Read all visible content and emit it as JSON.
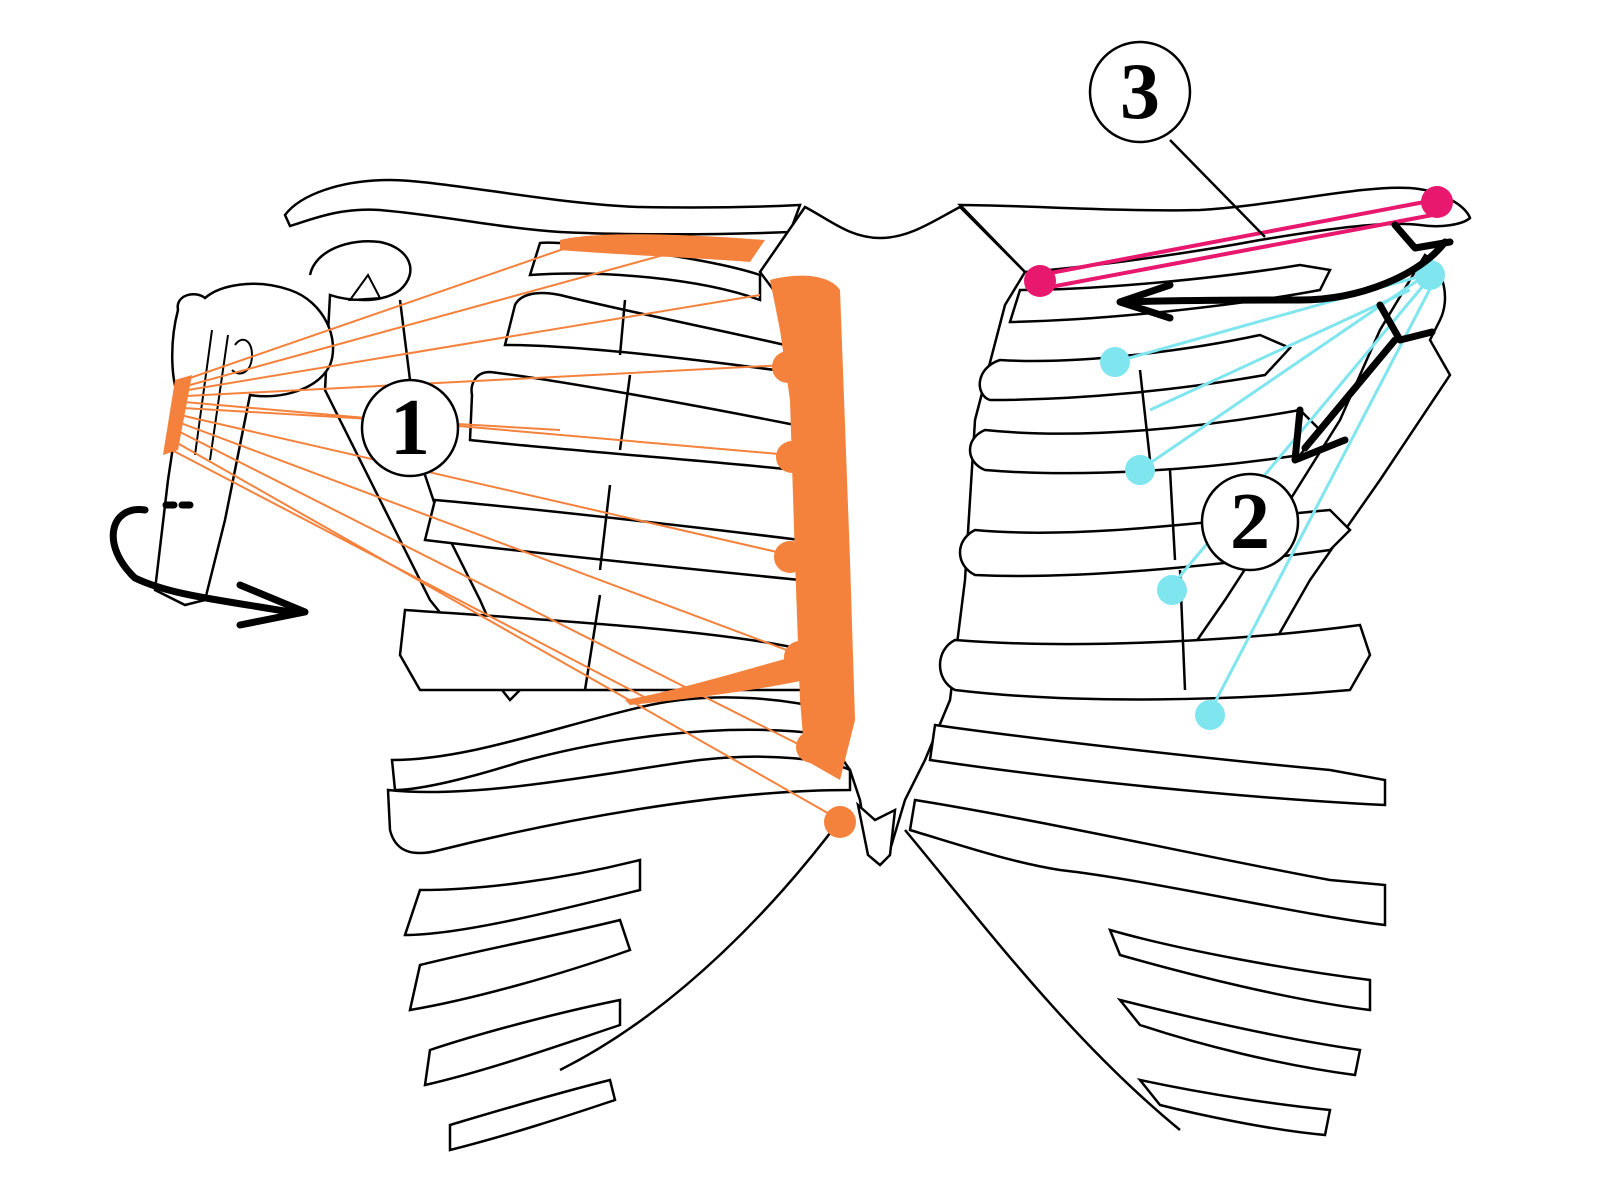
{
  "colors": {
    "pectoralis_major": "#f4823c",
    "serratus_anterior": "#7fe5ee",
    "subclavius": "#e8186e",
    "outline": "#000000",
    "background": "#ffffff"
  },
  "callouts": [
    {
      "label": "1",
      "color_key": "pectoralis_major"
    },
    {
      "label": "2",
      "color_key": "serratus_anterior"
    },
    {
      "label": "3",
      "color_key": "subclavius"
    }
  ]
}
